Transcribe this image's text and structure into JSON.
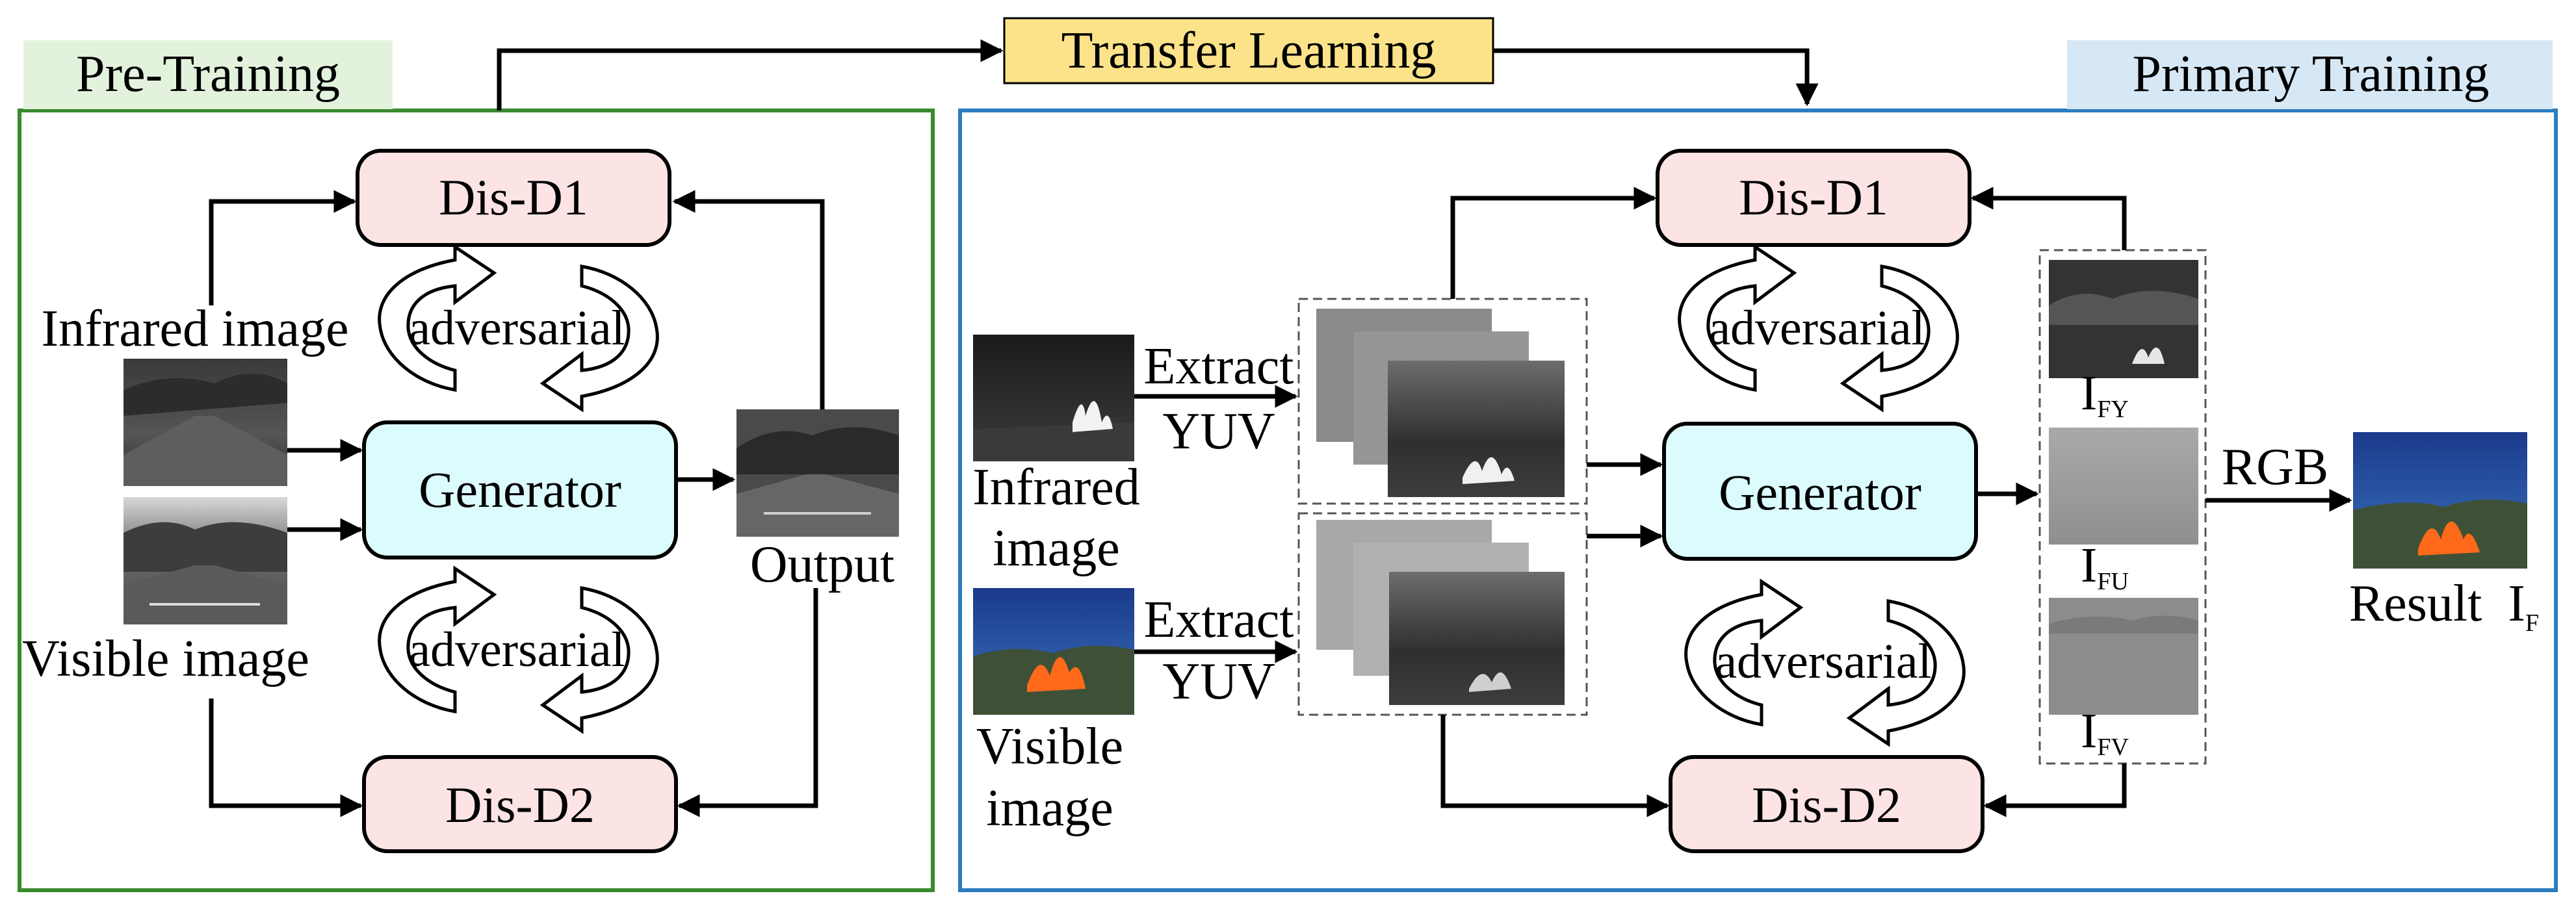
{
  "pretraining": {
    "title": "Pre-Training",
    "dis_d1": "Dis-D1",
    "dis_d2": "Dis-D2",
    "generator": "Generator",
    "adversarial_top": "adversarial",
    "adversarial_bottom": "adversarial",
    "infrared_label": "Infrared image",
    "visible_label": "Visible image",
    "output_label": "Output"
  },
  "transfer": {
    "label": "Transfer Learning"
  },
  "primary": {
    "title": "Primary Training",
    "dis_d1": "Dis-D1",
    "dis_d2": "Dis-D2",
    "generator": "Generator",
    "adversarial_top": "adversarial",
    "adversarial_bottom": "adversarial",
    "infrared_label_1": "Infrared",
    "infrared_label_2": "image",
    "visible_label_1": "Visible",
    "visible_label_2": "image",
    "extract_1": "Extract",
    "yuv_1": "YUV",
    "extract_2": "Extract",
    "yuv_2": "YUV",
    "rgb": "RGB",
    "i_base_fy": "I",
    "i_sub_fy": "FY",
    "i_base_fu": "I",
    "i_sub_fu": "FU",
    "i_base_fv": "I",
    "i_sub_fv": "FV",
    "result_base": "Result  I",
    "result_sub": "F"
  },
  "colors": {
    "pretraining_border": "#3a8a2e",
    "pretraining_title_bg": "#e3f2dc",
    "primary_border": "#2a7dc0",
    "primary_title_bg": "#d6e8f5",
    "transfer_bg": "#fce38a",
    "discriminator_fill": "#fde4e4",
    "generator_fill": "#dcfbfd"
  }
}
